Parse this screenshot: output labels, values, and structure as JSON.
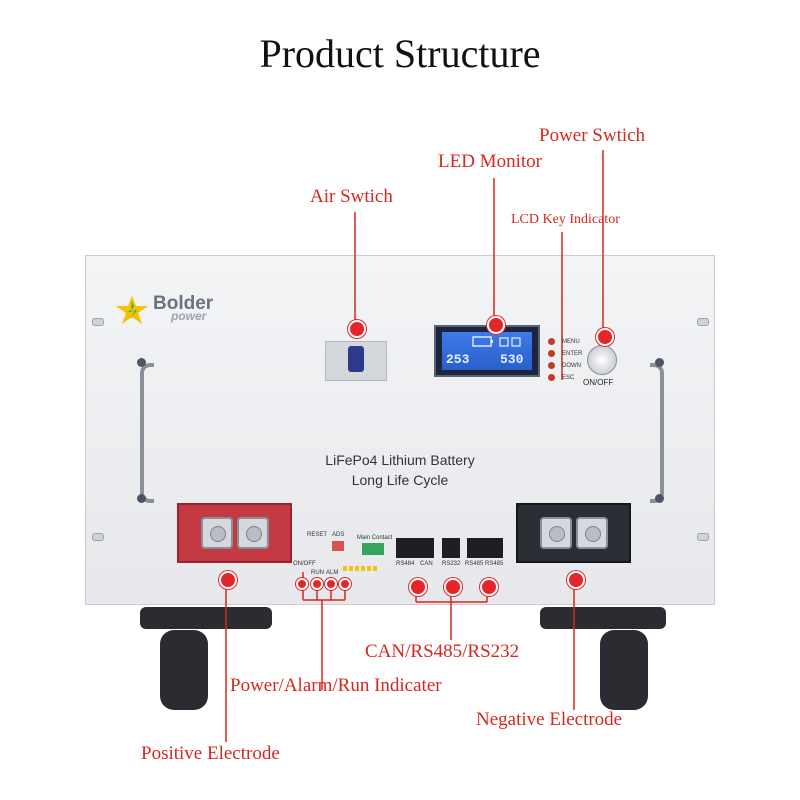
{
  "title": "Product Structure",
  "callouts": {
    "air_switch": "Air Swtich",
    "led_monitor": "LED Monitor",
    "power_switch": "Power Swtich",
    "lcd_key_indicator": "LCD Key Indicator",
    "comm_ports": "CAN/RS485/RS232",
    "indicators": "Power/Alarm/Run Indicater",
    "negative": "Negative Electrode",
    "positive": "Positive Electrode"
  },
  "panel": {
    "brand_name": "Bolder",
    "brand_sub": "power",
    "product_line1": "LiFePo4 Lithium Battery",
    "product_line2": "Long Life Cycle",
    "power_button_label": "ON/OFF",
    "lcd_values": [
      "253",
      "530"
    ],
    "lcd_keys": [
      "MENU",
      "ENTER",
      "DOWN",
      "ESC"
    ],
    "control_labels": {
      "reset": "RESET",
      "ads": "ADS",
      "main_contact": "Main Contact",
      "on_off": "ON/OFF",
      "run": "RUN",
      "alm": "ALM"
    },
    "port_labels": [
      "RS484",
      "CAN",
      "RS232",
      "RS485",
      "RS485"
    ]
  },
  "colors": {
    "accent": "#d6281f",
    "marker": "#e3262b",
    "positive_terminal": "#c43a43",
    "negative_terminal": "#2b2e34",
    "lcd_screen": "#3d7be8"
  }
}
